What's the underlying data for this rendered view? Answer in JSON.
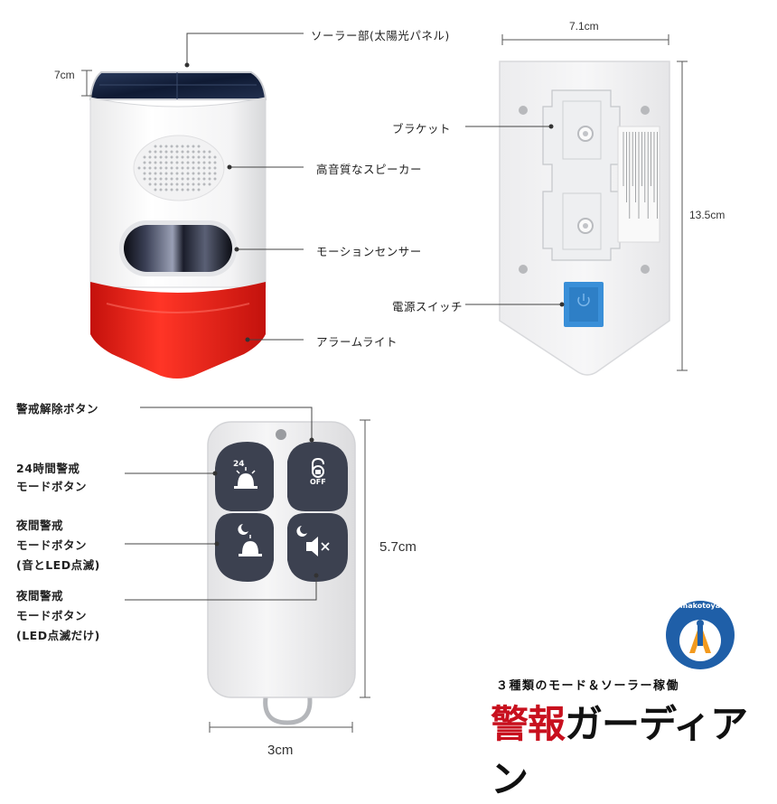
{
  "labels": {
    "solar": "ソーラー部(太陽光パネル)",
    "speaker": "高音質なスピーカー",
    "motion": "モーションセンサー",
    "alarm_light": "アラームライト",
    "bracket": "ブラケット",
    "power_switch": "電源スイッチ",
    "disarm": "警戒解除ボタン",
    "mode24_l1": "24時間警戒",
    "mode24_l2": "モードボタン",
    "night_sound_l1": "夜間警戒",
    "night_sound_l2": "モードボタン",
    "night_sound_l3": "(音とLED点滅)",
    "night_led_l1": "夜間警戒",
    "night_led_l2": "モードボタン",
    "night_led_l3": "(LED点滅だけ)"
  },
  "dimensions": {
    "depth": "7cm",
    "width": "7.1cm",
    "height": "13.5cm",
    "remote_height": "5.7cm",
    "remote_width": "3cm"
  },
  "remote_buttons": {
    "b24_text": "24",
    "off_text": "OFF"
  },
  "branding": {
    "tagline": "３種類のモード＆ソーラー稼働",
    "title_red": "警報",
    "title_black": "ガーディアン",
    "logo_text": "makotoya"
  },
  "colors": {
    "alarm_red": "#e8241c",
    "switch_blue": "#3a8fd8",
    "button_dark": "#3c4150",
    "logo_blue": "#1f5fa8",
    "logo_orange": "#f39a1e"
  }
}
